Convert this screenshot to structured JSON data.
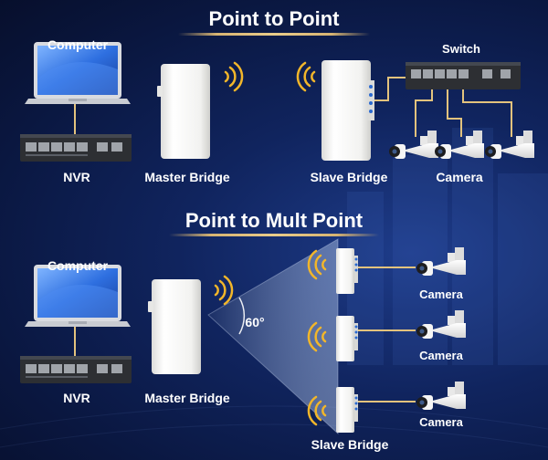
{
  "sections": {
    "top_title": "Point to Point",
    "bottom_title": "Point to Mult Point"
  },
  "labels": {
    "computer_top": "Computer",
    "nvr_top": "NVR",
    "master_bridge_top": "Master Bridge",
    "slave_bridge_top": "Slave Bridge",
    "switch": "Switch",
    "camera_top": "Camera",
    "computer_bottom": "Computer",
    "nvr_bottom": "NVR",
    "master_bridge_bottom": "Master Bridge",
    "angle": "60°",
    "camera_1": "Camera",
    "camera_2": "Camera",
    "camera_3": "Camera",
    "slave_bridge_bottom": "Slave Bridge"
  },
  "colors": {
    "accent_gold": "#e3c37d",
    "background_dark": "#0a1740",
    "background_mid": "#1e3c8a",
    "device_white": "#f4f4f2",
    "wifi_gold": "#f2b62a"
  },
  "icons": [
    "laptop-icon",
    "nvr-icon",
    "bridge-icon",
    "wifi-icon",
    "switch-icon",
    "camera-icon"
  ]
}
